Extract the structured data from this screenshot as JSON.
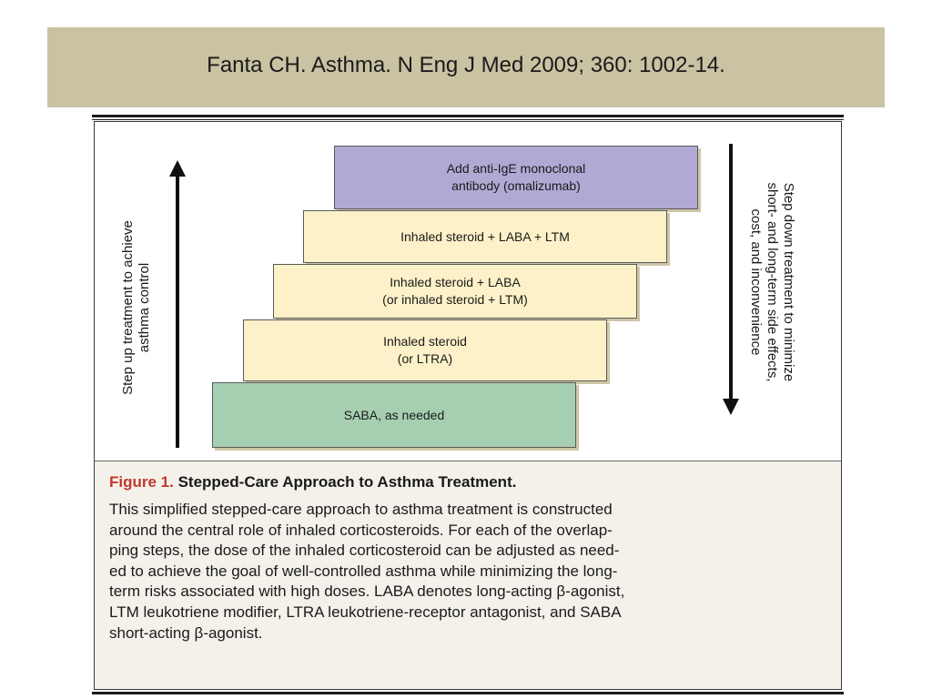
{
  "banner": {
    "text": "Fanta CH. Asthma. N Eng J Med 2009; 360: 1002-14."
  },
  "figure": {
    "left_axis_label": "Step up treatment to achieve\nasthma control",
    "right_axis_label": "Step down treatment to minimize\nshort- and long-term side effects,\ncost, and inconvenience",
    "steps": [
      {
        "label": "SABA, as needed"
      },
      {
        "label": "Inhaled steroid\n(or LTRA)"
      },
      {
        "label": "Inhaled steroid + LABA\n(or inhaled steroid + LTM)"
      },
      {
        "label": "Inhaled steroid + LABA + LTM"
      },
      {
        "label": "Add anti-IgE monoclonal\nantibody (omalizumab)"
      }
    ],
    "colors": {
      "cream": "#fcf1c8",
      "green": "#a6cfb2",
      "purple": "#b1a8d4",
      "figure_number": "#c0392b"
    }
  },
  "caption": {
    "figure_number": "Figure 1.",
    "title": "Stepped-Care Approach to Asthma Treatment.",
    "body": "This simplified stepped-care approach to asthma treatment is constructed\naround the central role of inhaled corticosteroids. For each of the overlap-\nping steps, the dose of the inhaled corticosteroid can be adjusted as need-\ned to achieve the goal of well-controlled asthma while minimizing the long-\nterm risks associated with high doses. LABA denotes long-acting β-agonist,\nLTM leukotriene modifier, LTRA leukotriene-receptor antagonist, and SABA\nshort-acting β-agonist."
  }
}
